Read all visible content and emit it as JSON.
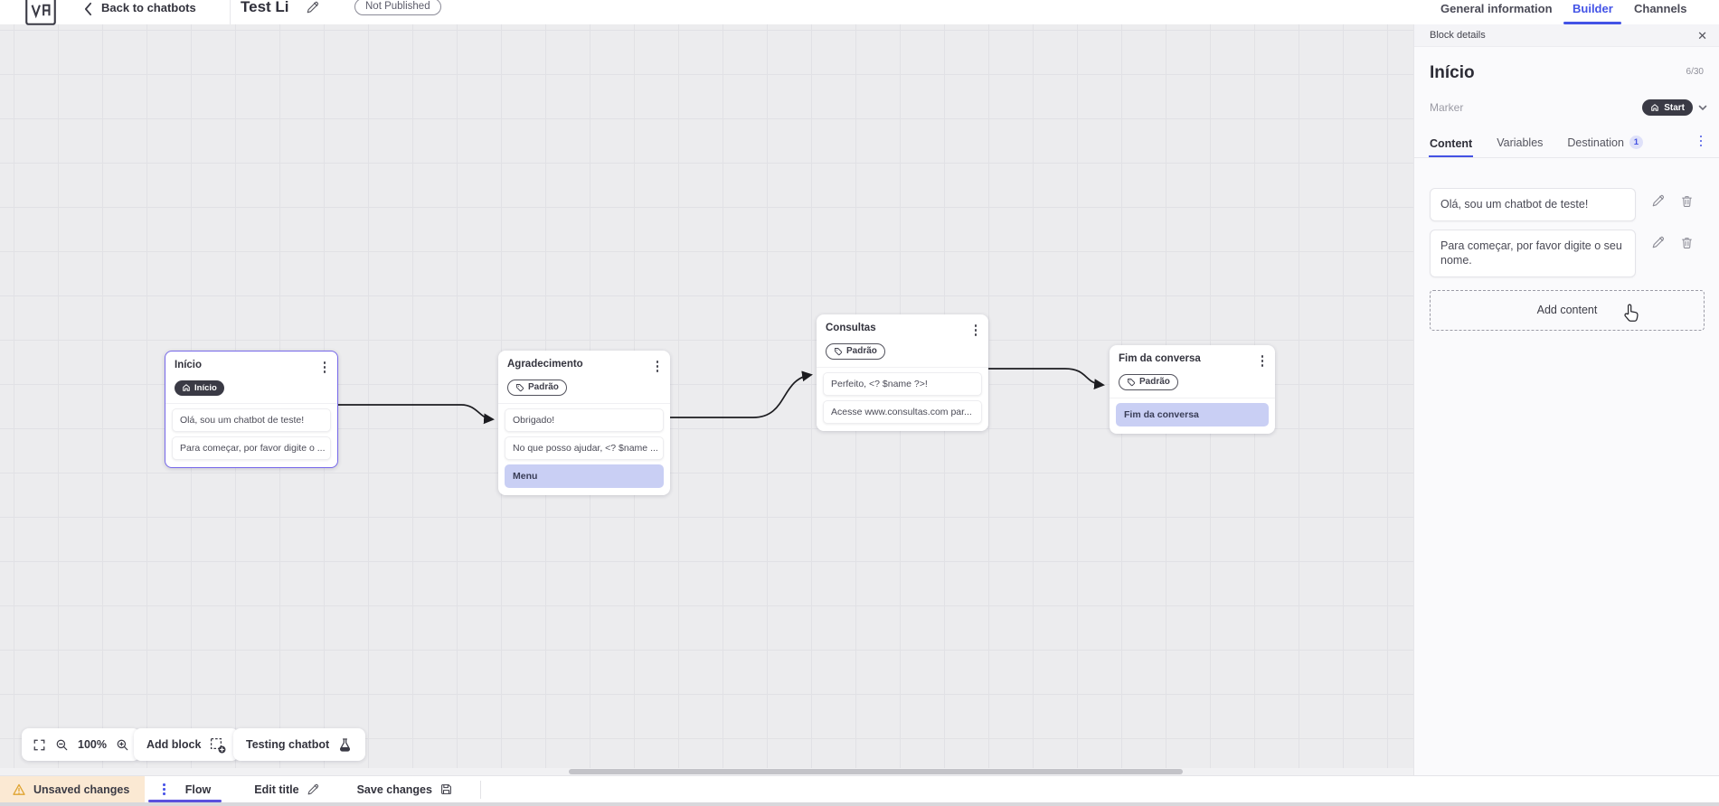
{
  "topbar": {
    "back_label": "Back to chatbots",
    "title": "Test Li",
    "status": "Not Published",
    "tabs": [
      "General information",
      "Builder",
      "Channels"
    ],
    "active_tab": "Builder"
  },
  "panel": {
    "header": "Block details",
    "close_glyph": "✕",
    "block_name": "Início",
    "name_counter": "6/30",
    "marker_label": "Marker",
    "marker_value": "Start",
    "marker_icon": "home-icon",
    "tabs": {
      "content": "Content",
      "variables": "Variables",
      "destination": "Destination",
      "destination_badge": "1"
    },
    "messages": [
      {
        "text": "Olá, sou um chatbot de teste!"
      },
      {
        "text": "Para começar, por favor digite o seu nome."
      }
    ],
    "add_content": "Add content"
  },
  "flow": {
    "blocks": [
      {
        "title": "Início",
        "badge": "Início",
        "badge_style": "dark-start",
        "selected": true,
        "items": [
          "Olá, sou um chatbot de teste!",
          "Para começar, por favor digite o ..."
        ]
      },
      {
        "title": "Agradecimento",
        "badge": "Padrão",
        "badge_style": "outline-tag",
        "items": [
          "Obrigado!",
          "No que posso ajudar, <? $name ...",
          "Menu"
        ]
      },
      {
        "title": "Consultas",
        "badge": "Padrão",
        "badge_style": "outline-tag",
        "items": [
          "Perfeito, <? $name ?>!",
          "Acesse www.consultas.com par..."
        ]
      },
      {
        "title": "Fim da conversa",
        "badge": "Padrão",
        "badge_style": "outline-tag",
        "items": [
          "Fim da conversa"
        ]
      }
    ]
  },
  "controls": {
    "zoom_level": "100%",
    "add_block": "Add block",
    "testing_chatbot": "Testing chatbot"
  },
  "bottombar": {
    "unsaved": "Unsaved changes",
    "flow_tab": "Flow",
    "edit_title": "Edit title",
    "save_changes": "Save changes"
  },
  "colors": {
    "accent_blue": "#4353e6",
    "tab_underline": "#5b50dd",
    "selected_block_border": "#7668ea",
    "dark_pill": "#3a3a45",
    "lavender_item": "#c9cff4",
    "unsaved_bg": "#fbe9d3",
    "canvas_bg": "#ececee",
    "connector": "#1c1c20"
  }
}
